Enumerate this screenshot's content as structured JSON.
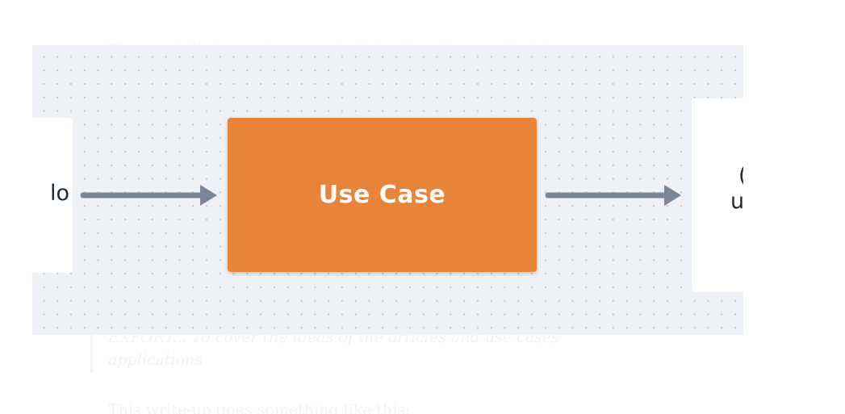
{
  "background_text": {
    "top_line": "The symbolic image is a wonderful online diagram that is",
    "quote_line_1": "EXPORT... To cover the ideas of the articles and use cases",
    "quote_line_2": "applications",
    "body_line": "This write-up goes something like this:"
  },
  "diagram": {
    "nodes": {
      "left": {
        "label": "lo"
      },
      "center": {
        "label": "Use Case"
      },
      "right": {
        "label_line_1": "(",
        "label_line_2": "u"
      }
    },
    "colors": {
      "canvas": "#eef2f6",
      "grid_dot": "#b8c2cc",
      "center_fill": "#e8833a",
      "side_fill": "#ffffff",
      "arrow": "#7a8796",
      "text_dark": "#1f2a37",
      "text_light": "#ffffff"
    }
  }
}
